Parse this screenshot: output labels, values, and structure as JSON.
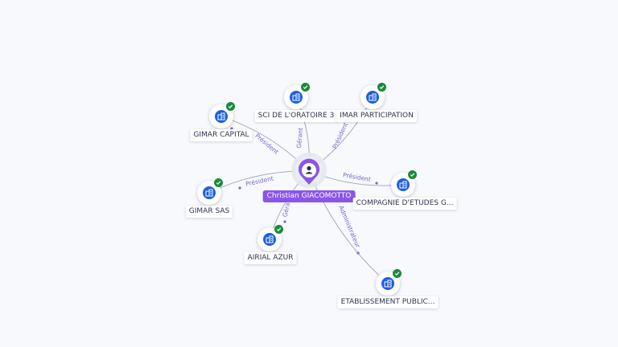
{
  "center": {
    "name": "Christian GIACOMOTTO"
  },
  "companies": [
    {
      "id": "sci",
      "name": "SCI DE L'ORATOIRE 3",
      "role": "Gérant",
      "verified": true
    },
    {
      "id": "imar",
      "name": "IMAR PARTICIPATION",
      "role": "Président",
      "verified": true
    },
    {
      "id": "gcap",
      "name": "GIMAR CAPITAL",
      "role": "Président",
      "verified": true
    },
    {
      "id": "gsas",
      "name": "GIMAR SAS",
      "role": "Président",
      "verified": true
    },
    {
      "id": "ceg",
      "name": "COMPAGNIE D'ETUDES G...",
      "role": "Président",
      "verified": true
    },
    {
      "id": "airial",
      "name": "AIRIAL AZUR",
      "role": "Gérant",
      "verified": true
    },
    {
      "id": "etab",
      "name": "ETABLISSEMENT PUBLIC...",
      "role": "Administrateur",
      "verified": true
    }
  ],
  "colors": {
    "center": "#8a55e8",
    "company": "#1c5fe0",
    "verified": "#1a8a3c",
    "edge": "#9aa3b8",
    "edge_label": "#7468c8"
  },
  "icons": {
    "center": "person-icon",
    "company": "building-icon",
    "verified": "check-icon"
  }
}
